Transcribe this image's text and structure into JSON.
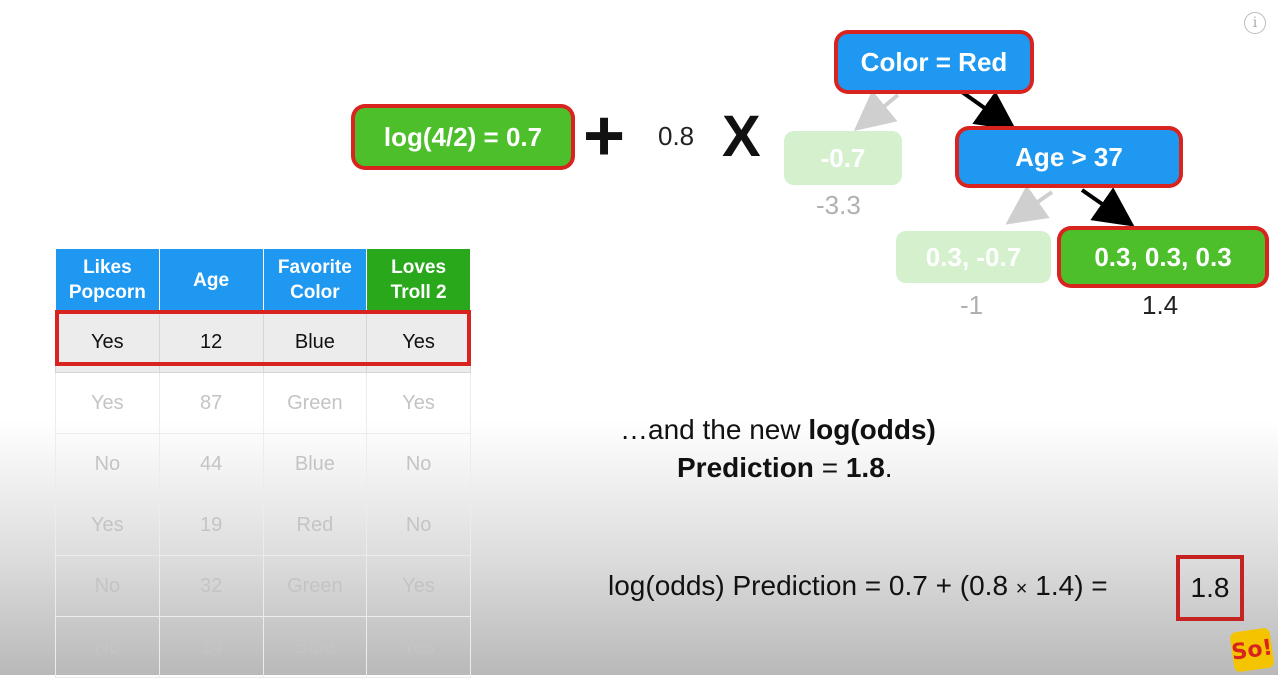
{
  "formula": {
    "initial": "log(4/2) = 0.7",
    "plus": "+",
    "learning_rate": "0.8",
    "times": "X"
  },
  "tree": {
    "root": "Color = Red",
    "left_leaf": "-0.7",
    "left_leaf_value": "-3.3",
    "inner": "Age > 37",
    "inner_left_leaf": "0.3, -0.7",
    "inner_left_value": "-1",
    "inner_right_leaf": "0.3, 0.3, 0.3",
    "inner_right_value": "1.4"
  },
  "table": {
    "headers": [
      {
        "line1": "Likes",
        "line2": "Popcorn"
      },
      {
        "line1": "Age",
        "line2": ""
      },
      {
        "line1": "Favorite",
        "line2": "Color"
      },
      {
        "line1": "Loves",
        "line2": "Troll 2"
      }
    ],
    "rows": [
      [
        "Yes",
        "12",
        "Blue",
        "Yes"
      ],
      [
        "Yes",
        "87",
        "Green",
        "Yes"
      ],
      [
        "No",
        "44",
        "Blue",
        "No"
      ],
      [
        "Yes",
        "19",
        "Red",
        "No"
      ],
      [
        "No",
        "32",
        "Green",
        "Yes"
      ],
      [
        "No",
        "14",
        "Blue",
        "Yes"
      ]
    ]
  },
  "caption": {
    "line1_prefix": "…and the new ",
    "line1_bold": "log(odds)",
    "line2_bold": "Prediction",
    "line2_mid": " = ",
    "line2_value": "1.8",
    "line2_end": "."
  },
  "equation": {
    "text": "log(odds) Prediction = 0.7 + (0.8 ",
    "times": "×",
    "text2": " 1.4) = ",
    "result": "1.8"
  },
  "icons": {
    "info": "info-icon",
    "logo": "So!"
  }
}
